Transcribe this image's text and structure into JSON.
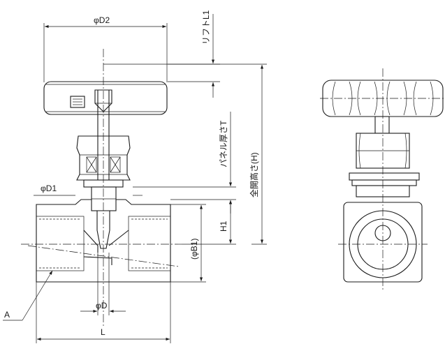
{
  "labels": {
    "d2": "φD2",
    "d1": "φD1",
    "b1": "(φB1)",
    "d": "φD",
    "l": "L",
    "h1": "H1",
    "a": "A",
    "lift": "リフトL1",
    "panel": "パネル厚さT",
    "total_height": "全開高さ(H)"
  }
}
